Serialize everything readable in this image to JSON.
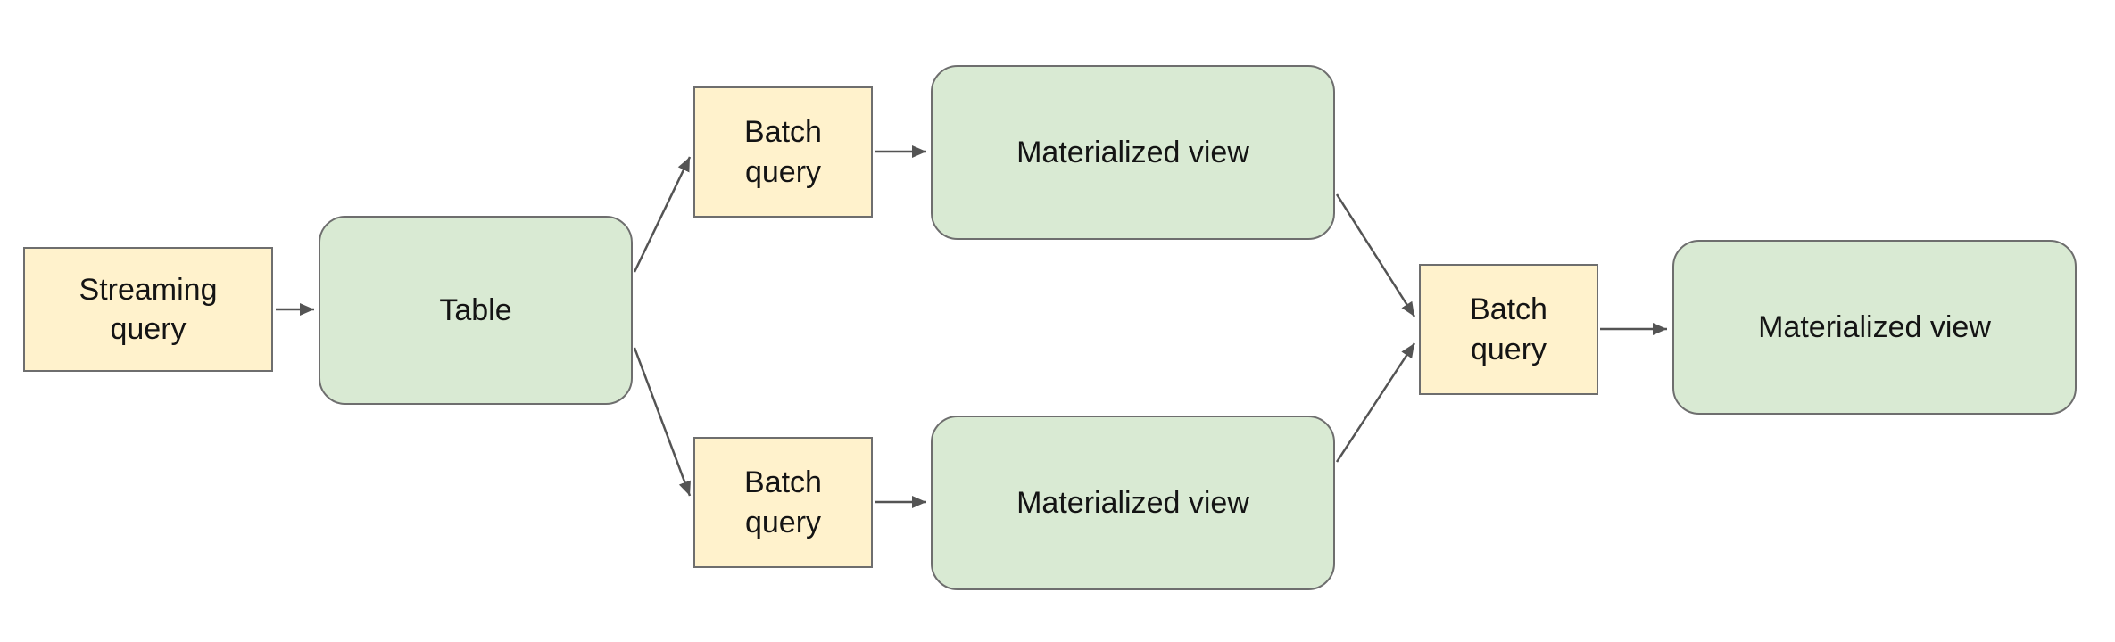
{
  "colors": {
    "background": "#FFFFFF",
    "query_fill": "#FFF2CC",
    "entity_fill": "#D9EAD3",
    "border": "#6E6E6E",
    "arrow": "#545454",
    "text": "#141414"
  },
  "nodes": {
    "streaming_query": {
      "label": "Streaming query"
    },
    "table": {
      "label": "Table"
    },
    "batch_query_top": {
      "label": "Batch query"
    },
    "materialized_view_top": {
      "label": "Materialized view"
    },
    "batch_query_bottom": {
      "label": "Batch query"
    },
    "materialized_view_bottom": {
      "label": "Materialized view"
    },
    "batch_query_right": {
      "label": "Batch query"
    },
    "materialized_view_right": {
      "label": "Materialized view"
    }
  },
  "edges": [
    {
      "from": "streaming_query",
      "to": "table"
    },
    {
      "from": "table",
      "to": "batch_query_top"
    },
    {
      "from": "table",
      "to": "batch_query_bottom"
    },
    {
      "from": "batch_query_top",
      "to": "materialized_view_top"
    },
    {
      "from": "batch_query_bottom",
      "to": "materialized_view_bottom"
    },
    {
      "from": "materialized_view_top",
      "to": "batch_query_right"
    },
    {
      "from": "materialized_view_bottom",
      "to": "batch_query_right"
    },
    {
      "from": "batch_query_right",
      "to": "materialized_view_right"
    }
  ]
}
